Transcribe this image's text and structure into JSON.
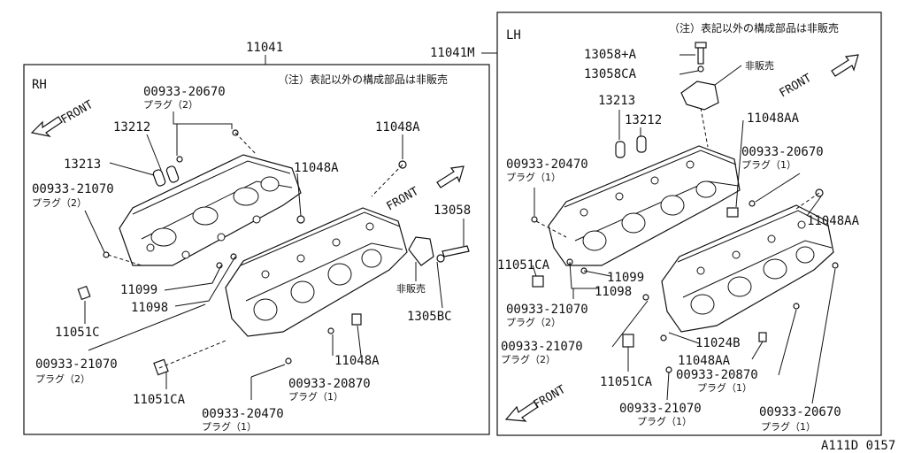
{
  "rh": {
    "tag": "RH",
    "assembly_no": "11041",
    "note": "（注）表記以外の構成部品は非販売",
    "front": "FRONT",
    "front_right": "FRONT",
    "parts": {
      "p20670": "00933-20670",
      "p20670_sub": "プラグ（2）",
      "p13212": "13212",
      "p13213": "13213",
      "p21070": "00933-21070",
      "p21070_sub": "プラグ（2）",
      "p11048a_top": "11048A",
      "p11048a_mid": "11048A",
      "p13058": "13058",
      "not_sold": "非販売",
      "p13058c": "1305BC",
      "p11099": "11099",
      "p11098": "11098",
      "p11051c": "11051C",
      "p21070b": "00933-21070",
      "p21070b_sub": "プラグ（2）",
      "p11051ca": "11051CA",
      "p11048a_low": "11048A",
      "p20870": "00933-20870",
      "p20870_sub": "プラグ（1）",
      "p20470": "00933-20470",
      "p20470_sub": "プラグ（1）"
    }
  },
  "lh": {
    "tag": "LH",
    "assembly_no": "11041M",
    "note": "（注）表記以外の構成部品は非販売",
    "front_top": "FRONT",
    "front_bottom": "FRONT",
    "parts": {
      "p13058a": "13058+A",
      "p13058ca": "13058CA",
      "not_sold": "非販売",
      "p13213": "13213",
      "p13212": "13212",
      "p11048aa_top": "11048AA",
      "p20470": "00933-20470",
      "p20470_sub": "プラグ（1）",
      "p20670": "00933-20670",
      "p20670_sub": "プラグ（1）",
      "p11048aa_right": "11048AA",
      "p11051ca_left": "11051CA",
      "p11099": "11099",
      "p11098": "11098",
      "p21070": "00933-21070",
      "p21070_sub": "プラグ（2）",
      "p21070b": "00933-21070",
      "p21070b_sub": "プラグ（2）",
      "p11024b": "11024B",
      "p11048aa_low": "11048AA",
      "p20870": "00933-20870",
      "p20870_sub": "プラグ（1）",
      "p11051ca_low": "11051CA",
      "p21070c": "00933-21070",
      "p21070c_sub": "プラグ（1）",
      "p20670b": "00933-20670",
      "p20670b_sub": "プラグ（1）"
    }
  },
  "figure_code": "A111D 0157"
}
